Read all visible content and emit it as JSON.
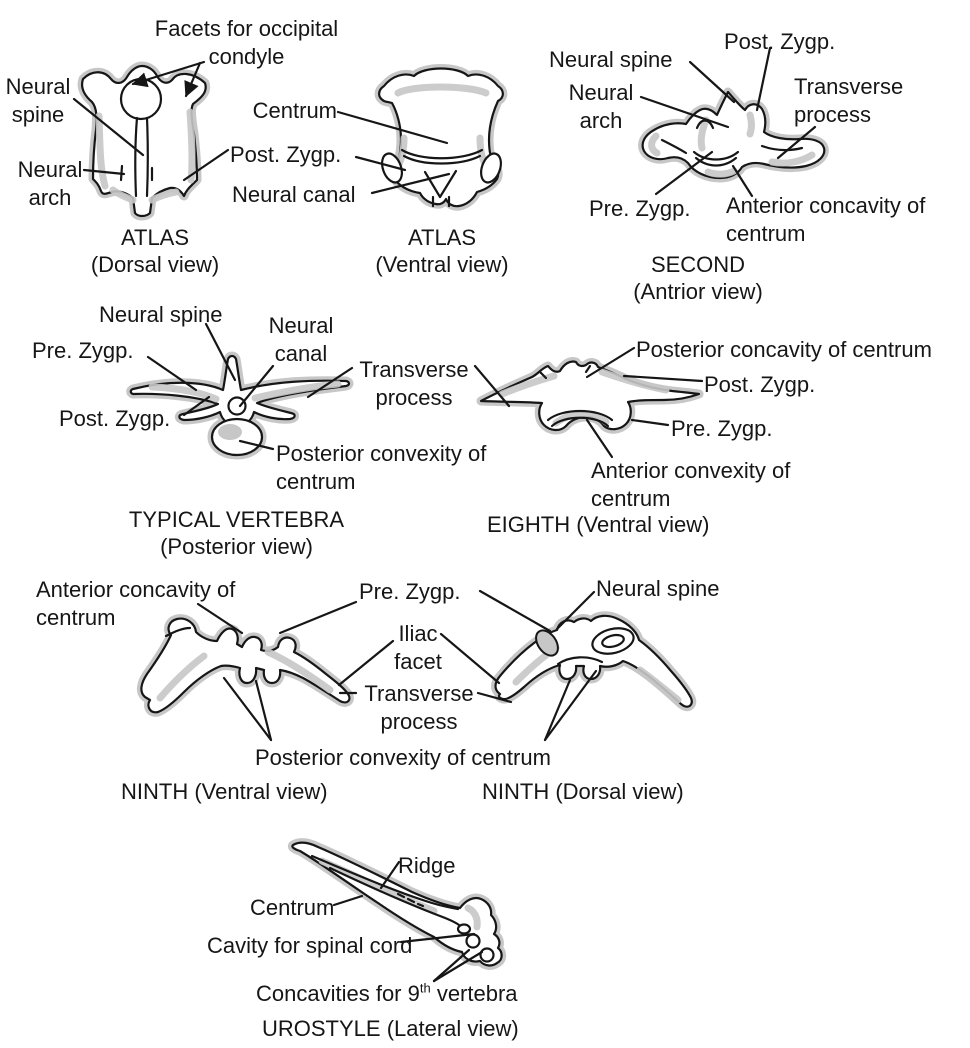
{
  "figure_type": "anatomical diagram - frog vertebral column bones",
  "colors": {
    "background": "#ffffff",
    "ink": "#161616",
    "bone_fill": "#ffffff",
    "bone_shade": "#c7c7c7"
  },
  "sections": {
    "atlas_dorsal": {
      "name": "ATLAS",
      "view": "(Dorsal view)",
      "labels": {
        "facets": "Facets for occipital condyle",
        "neural_spine": "Neural spine",
        "neural_arch": "Neural arch"
      }
    },
    "atlas_ventral": {
      "name": "ATLAS",
      "view": "(Ventral view)",
      "labels": {
        "centrum": "Centrum",
        "post_zygp": "Post. Zygp.",
        "neural_canal": "Neural canal"
      }
    },
    "second": {
      "name": "SECOND",
      "view": "(Antrior view)",
      "labels": {
        "post_zygp": "Post. Zygp.",
        "neural_spine": "Neural spine",
        "neural_arch": "Neural arch",
        "transverse": "Transverse process",
        "pre_zygp": "Pre. Zygp.",
        "anterior_concavity": "Anterior concavity of centrum"
      }
    },
    "typical": {
      "name": "TYPICAL VERTEBRA",
      "view": "(Posterior view)",
      "labels": {
        "neural_spine": "Neural spine",
        "neural_canal": "Neural canal",
        "pre_zygp": "Pre. Zygp.",
        "post_zygp": "Post. Zygp.",
        "transverse": "Transverse process",
        "posterior_convexity": "Posterior convexity of centrum"
      }
    },
    "eighth": {
      "caption": "EIGHTH (Ventral view)",
      "labels": {
        "posterior_concavity": "Posterior concavity of centrum",
        "post_zygp": "Post. Zygp.",
        "pre_zygp": "Pre. Zygp.",
        "anterior_convexity": "Anterior convexity of centrum"
      }
    },
    "ninth": {
      "ventral_caption": "NINTH (Ventral view)",
      "dorsal_caption": "NINTH (Dorsal view)",
      "labels": {
        "anterior_concavity": "Anterior concavity of centrum",
        "pre_zygp": "Pre. Zygp.",
        "neural_spine": "Neural spine",
        "iliac_facet": "Iliac facet",
        "transverse": "Transverse process",
        "posterior_convexity": "Posterior convexity of centrum"
      }
    },
    "urostyle": {
      "caption": "UROSTYLE (Lateral view)",
      "labels": {
        "ridge": "Ridge",
        "centrum": "Centrum",
        "cavity": "Cavity for spinal cord",
        "concavities_pre": "Concavities for 9",
        "concavities_sup": "th",
        "concavities_post": " vertebra"
      }
    }
  }
}
